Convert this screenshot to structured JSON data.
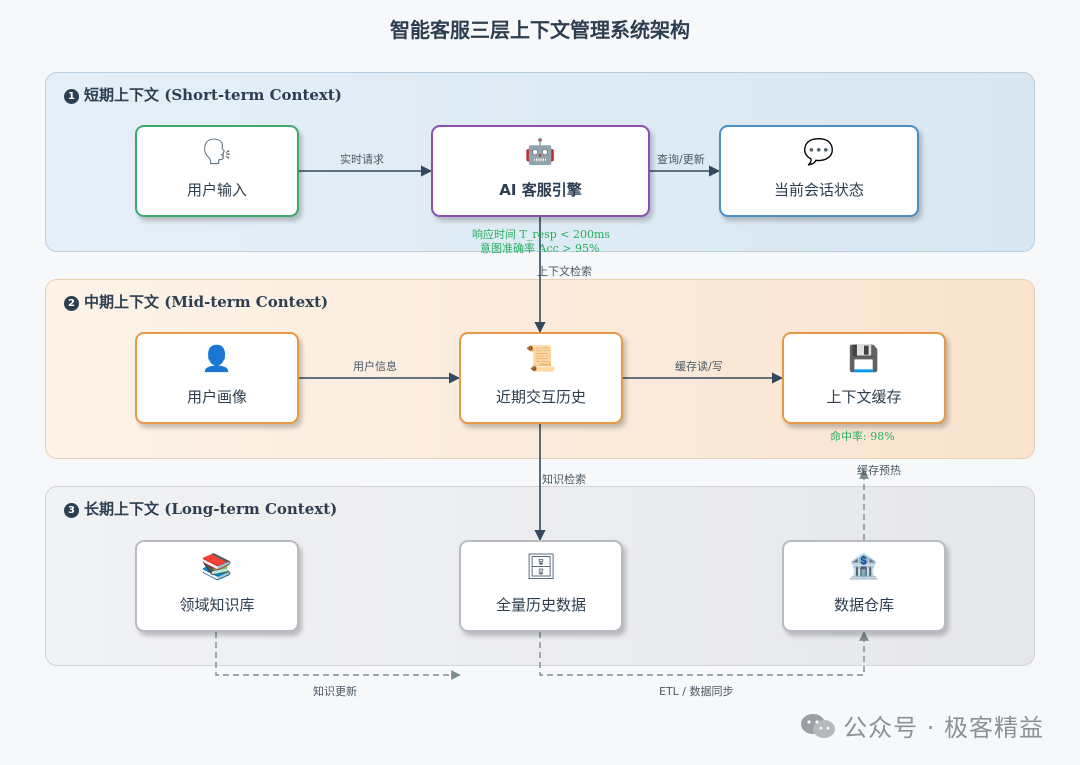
{
  "title": "智能客服三层上下文管理系统架构",
  "layers": {
    "short": {
      "number": "1",
      "title": "短期上下文 (Short-term Context)"
    },
    "mid": {
      "number": "2",
      "title": "中期上下文 (Mid-term Context)"
    },
    "long": {
      "number": "3",
      "title": "长期上下文 (Long-term Context)"
    }
  },
  "nodes": {
    "user_input": {
      "label": "用户输入",
      "icon": "speaking-head-icon"
    },
    "ai_engine": {
      "label": "AI 客服引擎",
      "icon": "robot-icon"
    },
    "session_state": {
      "label": "当前会话状态",
      "icon": "speech-bubble-icon"
    },
    "user_profile": {
      "label": "用户画像",
      "icon": "user-silhouette-icon"
    },
    "recent_history": {
      "label": "近期交互历史",
      "icon": "scroll-icon"
    },
    "context_cache": {
      "label": "上下文缓存",
      "icon": "floppy-disk-icon"
    },
    "knowledge_base": {
      "label": "领域知识库",
      "icon": "books-icon"
    },
    "full_history": {
      "label": "全量历史数据",
      "icon": "file-cabinet-icon"
    },
    "data_warehouse": {
      "label": "数据仓库",
      "icon": "bank-icon"
    }
  },
  "edges": {
    "realtime_request": "实时请求",
    "query_update": "查询/更新",
    "context_retrieval": "上下文检索",
    "user_info": "用户信息",
    "cache_rw": "缓存读/写",
    "knowledge_retrieval": "知识检索",
    "cache_preheat": "缓存预热",
    "knowledge_update": "知识更新",
    "etl_sync": "ETL / 数据同步"
  },
  "metrics": {
    "response_time": "响应时间 T_resp < 200ms",
    "intent_accuracy": "意图准确率 Acc > 95%",
    "hit_rate": "命中率: 98%"
  },
  "watermark": "公众号 · 极客精益",
  "colors": {
    "accent_green": "#27ae60",
    "short_layer": "#dfeaf4",
    "mid_layer": "#fbeadb",
    "long_layer": "#eaebee",
    "arrow": "#34495e"
  }
}
